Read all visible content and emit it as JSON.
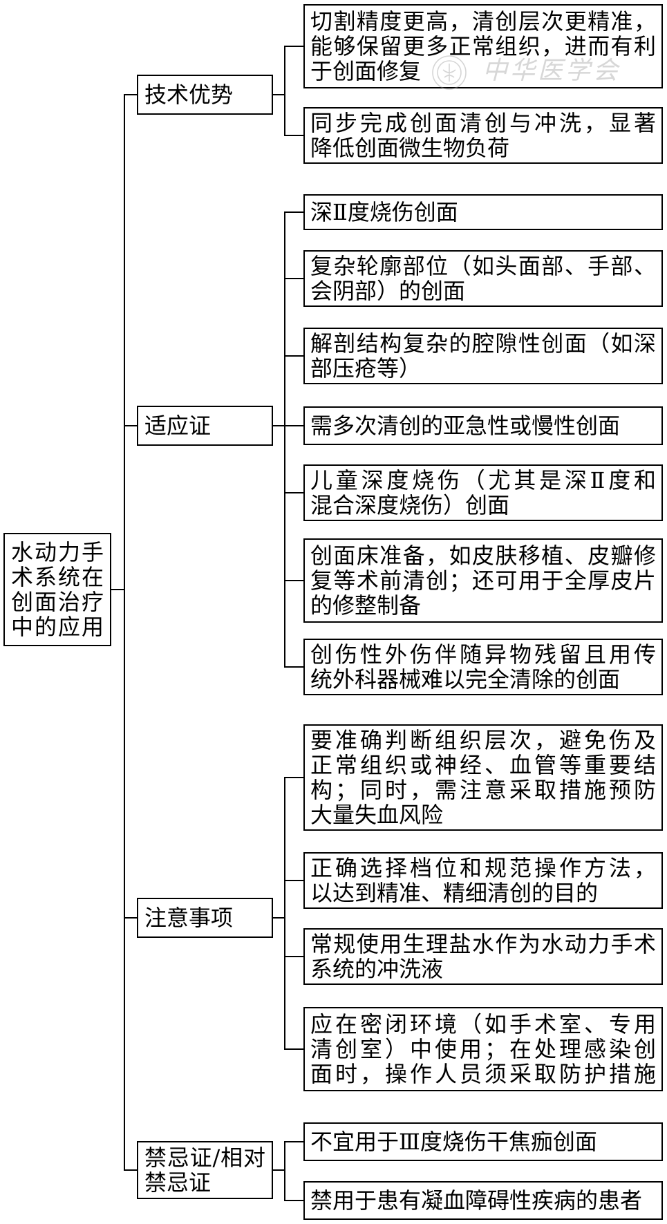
{
  "root": {
    "lines": [
      "水动力手",
      "术系统在",
      "创面治疗",
      "中的应用"
    ]
  },
  "branches": [
    {
      "label_lines": [
        "技术优势"
      ],
      "children": [
        {
          "lines": [
            "切割精度更高，清创层次更精准，",
            "能够保留更多正常组织，进而有利",
            "于创面修复"
          ]
        },
        {
          "lines": [
            "同步完成创面清创与冲洗，显著",
            "降低创面微生物负荷"
          ]
        }
      ]
    },
    {
      "label_lines": [
        "适应证"
      ],
      "children": [
        {
          "lines": [
            "深Ⅱ度烧伤创面"
          ]
        },
        {
          "lines": [
            "复杂轮廓部位（如头面部、手部、",
            "会阴部）的创面"
          ]
        },
        {
          "lines": [
            "解剖结构复杂的腔隙性创面（如深",
            "部压疮等）"
          ]
        },
        {
          "lines": [
            "需多次清创的亚急性或慢性创面"
          ]
        },
        {
          "lines": [
            "儿童深度烧伤（尤其是深Ⅱ度和",
            "混合深度烧伤）创面"
          ]
        },
        {
          "lines": [
            "创面床准备，如皮肤移植、皮瓣修",
            "复等术前清创；还可用于全厚皮片",
            "的修整制备"
          ]
        },
        {
          "lines": [
            "创伤性外伤伴随异物残留且用传",
            "统外科器械难以完全清除的创面"
          ]
        }
      ]
    },
    {
      "label_lines": [
        "注意事项"
      ],
      "children": [
        {
          "lines": [
            "要准确判断组织层次，避免伤及",
            "正常组织或神经、血管等重要结",
            "构；同时，需注意采取措施预防",
            "大量失血风险"
          ]
        },
        {
          "lines": [
            "正确选择档位和规范操作方法，",
            "以达到精准、精细清创的目的"
          ]
        },
        {
          "lines": [
            "常规使用生理盐水作为水动力手术",
            "系统的冲洗液"
          ]
        },
        {
          "lines": [
            "应在密闭环境（如手术室、专用",
            "清创室）中使用；在处理感染创",
            "面时，操作人员须采取防护措施"
          ]
        }
      ]
    },
    {
      "label_lines": [
        "禁忌证/相对",
        "禁忌证"
      ],
      "children": [
        {
          "lines": [
            "不宜用于Ⅲ度烧伤干焦痂创面"
          ]
        },
        {
          "lines": [
            "禁用于患有凝血障碍性疾病的患者"
          ]
        }
      ]
    }
  ],
  "watermark": {
    "text": "中华医学会"
  },
  "colors": {
    "line": "#000000",
    "box_fill": "#ffffff",
    "watermark": "#c8c8c8"
  }
}
